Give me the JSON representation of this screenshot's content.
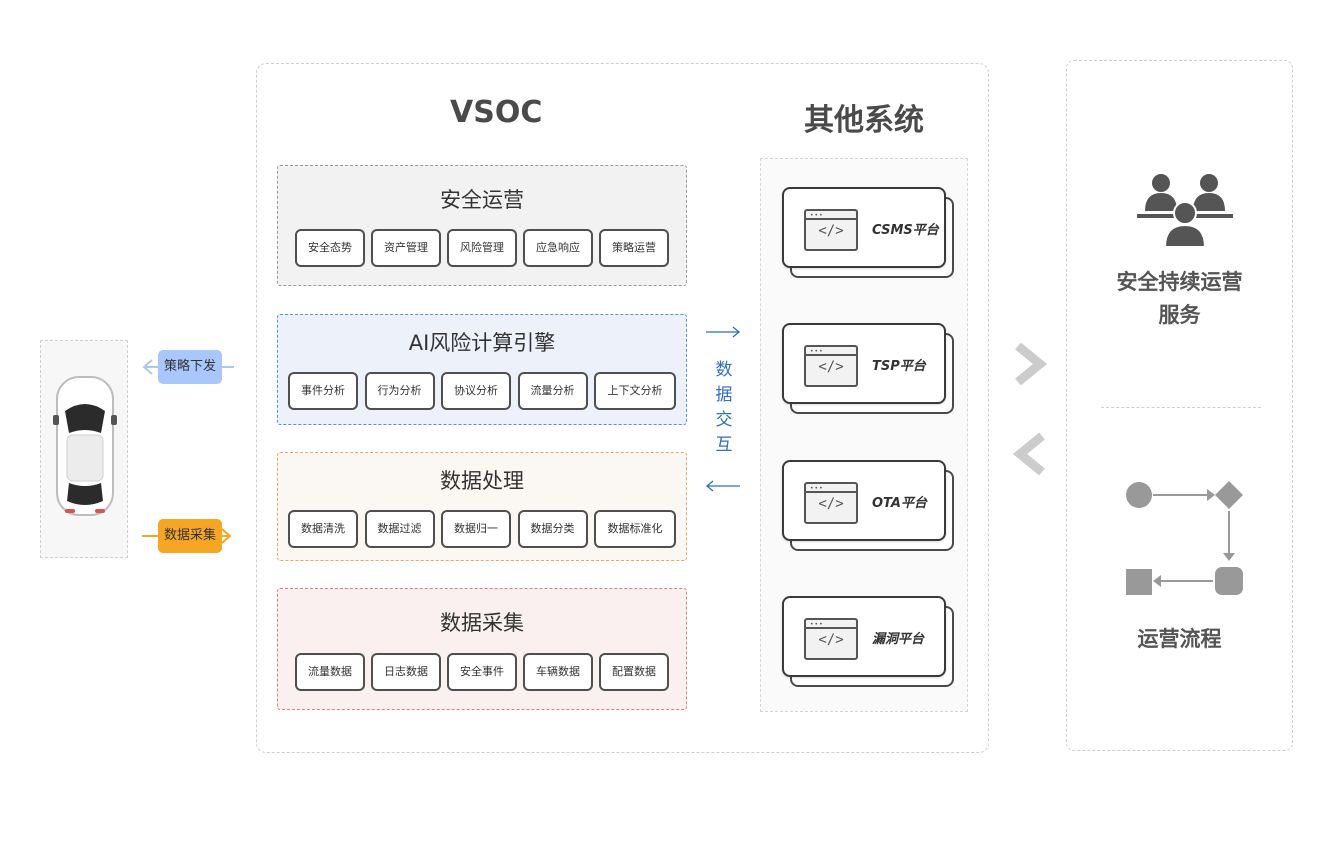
{
  "left": {
    "tag_policy": "策略下发",
    "tag_collect": "数据采集"
  },
  "vsoc": {
    "title": "VSOC",
    "other_title": "其他系统",
    "exchange_label": [
      "数",
      "据",
      "交",
      "互"
    ],
    "layers": [
      {
        "title": "安全运营",
        "items": [
          "安全态势",
          "资产管理",
          "风险管理",
          "应急响应",
          "策略运营"
        ]
      },
      {
        "title": "AI风险计算引擎",
        "items": [
          "事件分析",
          "行为分析",
          "协议分析",
          "流量分析",
          "上下文分析"
        ]
      },
      {
        "title": "数据处理",
        "items": [
          "数据清洗",
          "数据过滤",
          "数据归一",
          "数据分类",
          "数据标准化"
        ]
      },
      {
        "title": "数据采集",
        "items": [
          "流量数据",
          "日志数据",
          "安全事件",
          "车辆数据",
          "配置数据"
        ]
      }
    ],
    "platforms": [
      "CSMS平台",
      "TSP平台",
      "OTA平台",
      "漏洞平台"
    ],
    "code_glyph": "</>",
    "dots_glyph": "•••"
  },
  "service": {
    "title_line1": "安全持续运营",
    "title_line2": "服务",
    "flow_title": "运营流程"
  },
  "colors": {
    "exchange_blue": "#2f6fbe",
    "tag_blue": "#a9c7fb",
    "tag_orange": "#f6a623"
  }
}
